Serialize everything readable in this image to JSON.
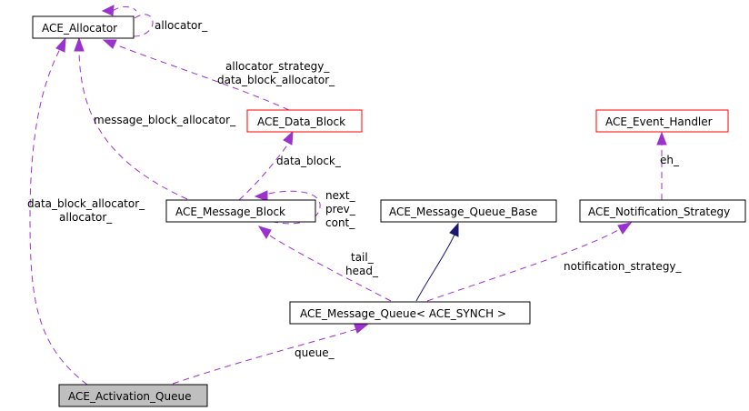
{
  "colors": {
    "usage_edge": "#9a32cd",
    "inheritance_edge": "#191970",
    "highlight_border": "#ff0000",
    "focus_fill": "#bfbfbf"
  },
  "nodes": {
    "allocator": "ACE_Allocator",
    "data_block": "ACE_Data_Block",
    "event_handler": "ACE_Event_Handler",
    "message_block": "ACE_Message_Block",
    "message_queue_base": "ACE_Message_Queue_Base",
    "notification_strategy": "ACE_Notification_Strategy",
    "message_queue": "ACE_Message_Queue< ACE_SYNCH >",
    "activation_queue": "ACE_Activation_Queue"
  },
  "edge_labels": {
    "allocator_self": "allocator_",
    "datablock_allocator": [
      "allocator_strategy_",
      "data_block_allocator_"
    ],
    "messageblock_allocator": "message_block_allocator_",
    "messageblock_datablock": "data_block_",
    "messageblock_self": [
      "next_",
      "prev_",
      "cont_"
    ],
    "notification_eventhandler": "eh_",
    "activation_allocator": [
      "data_block_allocator_",
      "allocator_"
    ],
    "queue_messageblock": [
      "tail_",
      "head_"
    ],
    "queue_notification": "notification_strategy_",
    "activation_queue": "queue_"
  }
}
